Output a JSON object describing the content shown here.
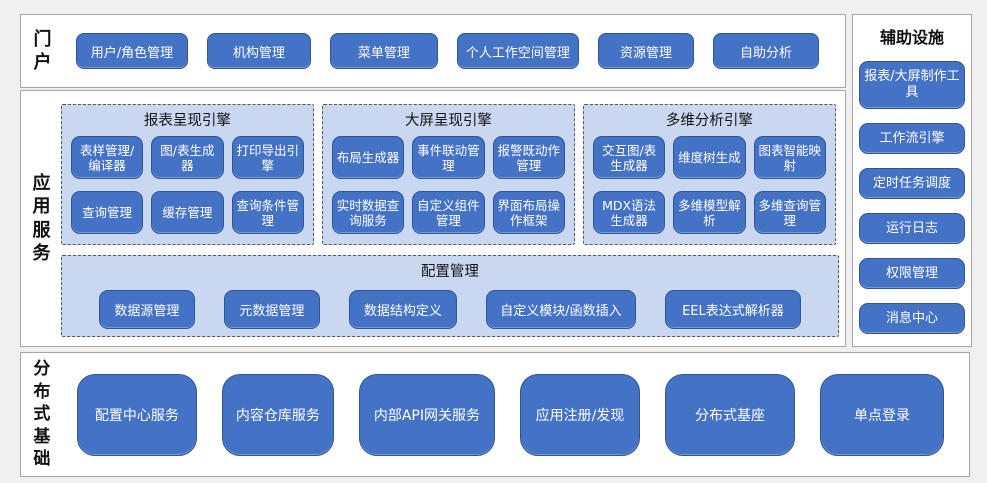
{
  "colors": {
    "page_bg": "#f0f0f0",
    "section_bg": "#ffffff",
    "section_border": "#a6a6a6",
    "button_fill": "#4472c4",
    "button_border": "#2f5597",
    "button_text": "#ffffff",
    "group_bg": "#c9d7f1",
    "group_dashed_border": "#595959",
    "label_text": "#111111"
  },
  "portal": {
    "label": "门户",
    "items": [
      "用户/角色管理",
      "机构管理",
      "菜单管理",
      "个人工作空间管理",
      "资源管理",
      "自助分析"
    ]
  },
  "app_services": {
    "label": "应用服务",
    "groups": [
      {
        "title": "报表呈现引擎",
        "items": [
          "表样管理/编译器",
          "图/表生成器",
          "打印导出引擎",
          "查询管理",
          "缓存管理",
          "查询条件管理"
        ]
      },
      {
        "title": "大屏呈现引擎",
        "items": [
          "布局生成器",
          "事件联动管理",
          "报警既动作管理",
          "实时数据查询服务",
          "自定义组件管理",
          "界面布局操作框架"
        ]
      },
      {
        "title": "多维分析引擎",
        "items": [
          "交互图/表生成器",
          "维度树生成",
          "图表智能映射",
          "MDX语法生成器",
          "多维模型解析",
          "多维查询管理"
        ]
      }
    ],
    "config": {
      "title": "配置管理",
      "items": [
        "数据源管理",
        "元数据管理",
        "数据结构定义",
        "自定义模块/函数插入",
        "EEL表达式解析器"
      ]
    }
  },
  "auxiliary": {
    "label": "辅助设施",
    "items": [
      "报表/大屏制作工具",
      "工作流引擎",
      "定时任务调度",
      "运行日志",
      "权限管理",
      "消息中心"
    ]
  },
  "distributed": {
    "label": "分布式基础",
    "items": [
      "配置中心服务",
      "内容仓库服务",
      "内部API网关服务",
      "应用注册/发现",
      "分布式基座",
      "单点登录"
    ]
  }
}
